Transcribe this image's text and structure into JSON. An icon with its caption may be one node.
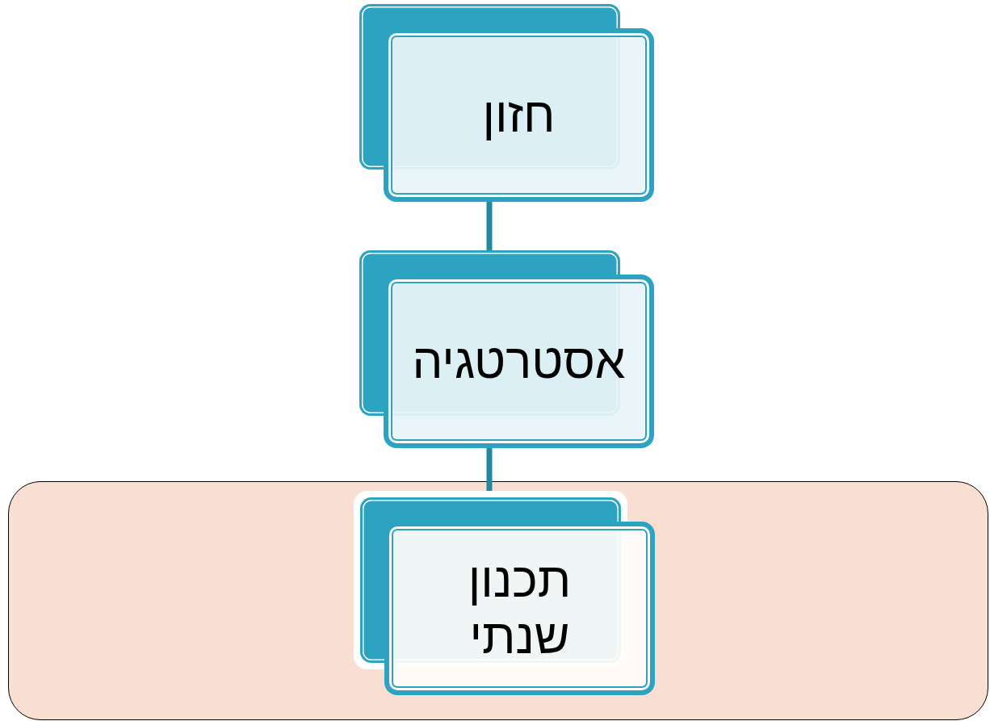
{
  "diagram": {
    "nodes": [
      {
        "text": [],
        "shape": "box"
      },
      {
        "text": [
          "חזון"
        ]
      },
      {
        "text": [
          "אסטרטגיה"
        ]
      },
      {
        "text": [
          "תכנון שנתי"
        ],
        "in": 0
      }
    ],
    "edges": [
      {
        "from": 1,
        "to": 2,
        "arrow": "none"
      },
      {
        "from": 2,
        "to": 3,
        "arrow": "none"
      }
    ]
  }
}
